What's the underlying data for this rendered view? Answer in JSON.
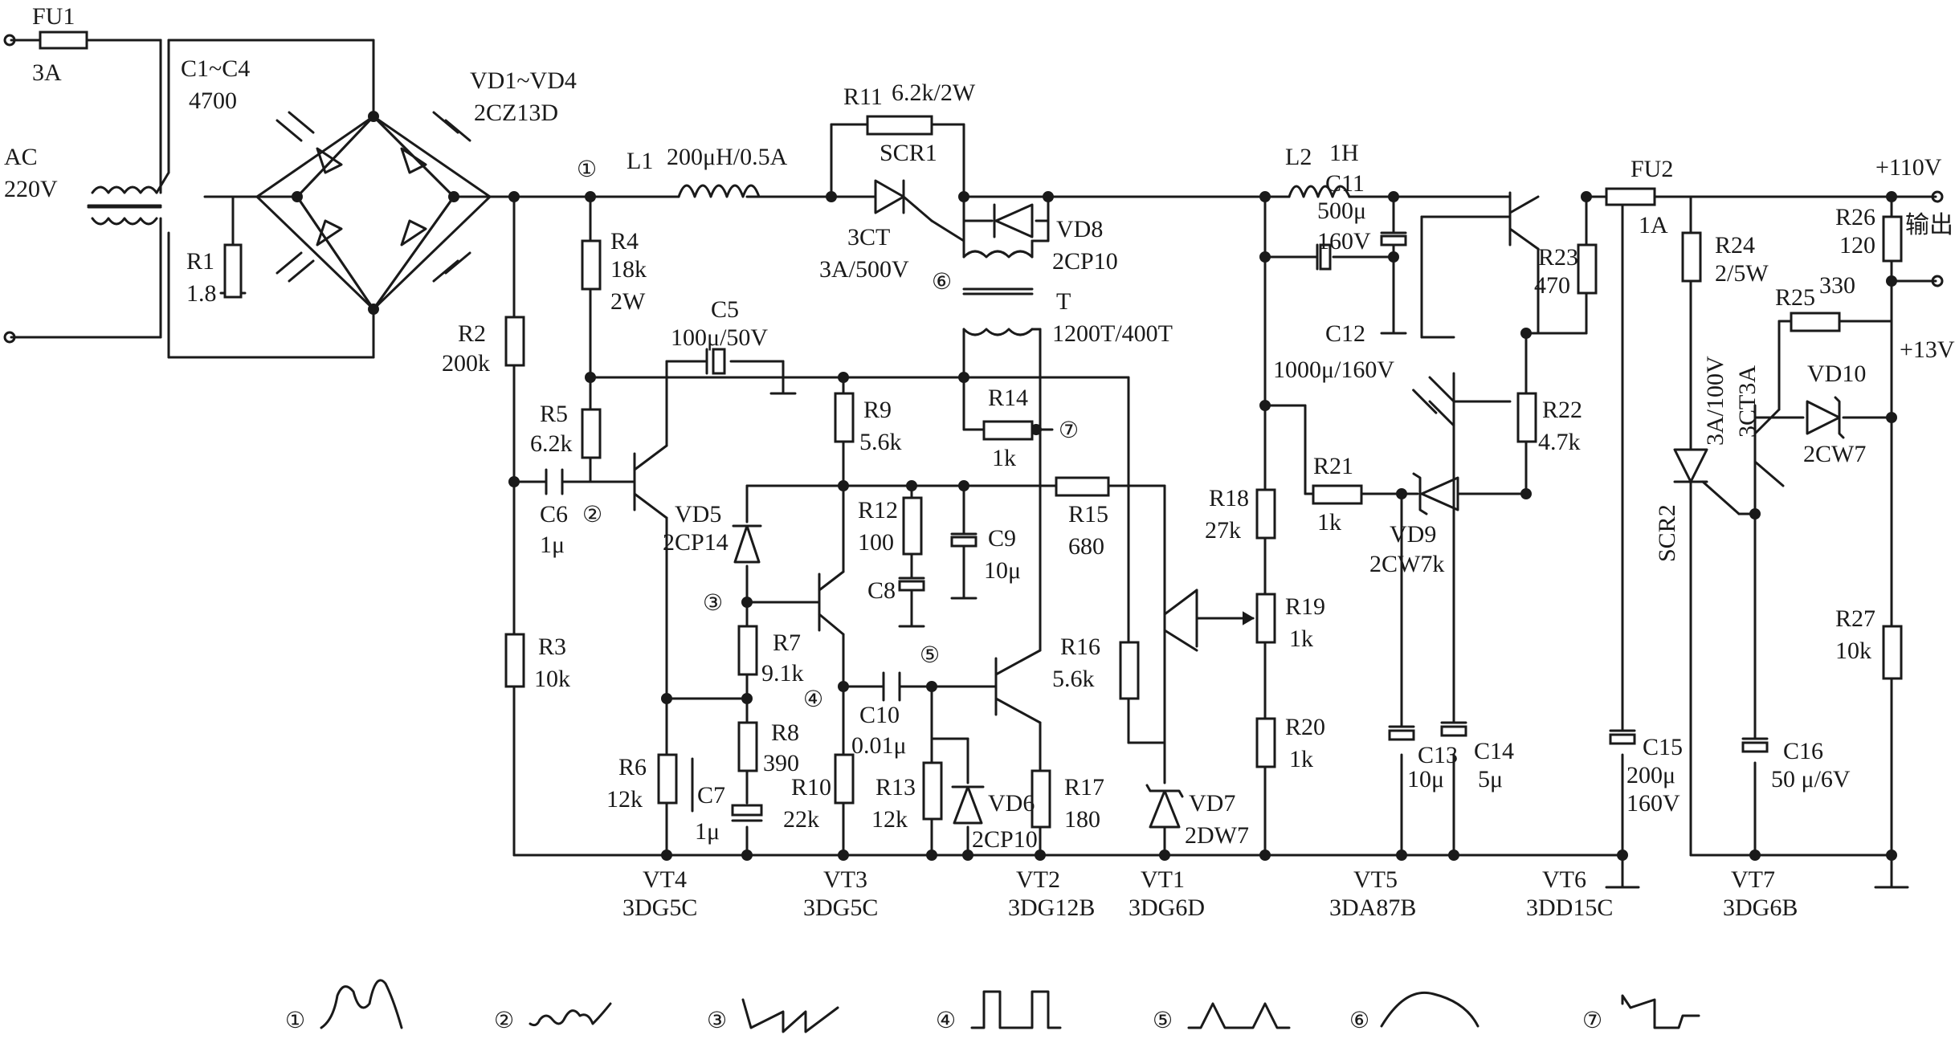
{
  "power": {
    "fu1_name": "FU1",
    "fu1_val": "3A",
    "ac_label": "AC",
    "ac_volt": "220V",
    "c1c4_name": "C1~C4",
    "c1c4_val": "4700",
    "vd1vd4_name": "VD1~VD4",
    "vd1vd4_val": "2CZ13D",
    "r1_name": "R1",
    "r1_val": "1.8",
    "r2_name": "R2",
    "r2_val": "200k",
    "r3_name": "R3",
    "r3_val": "10k"
  },
  "regulator": {
    "l1_name": "L1",
    "l1_val": "200μH/0.5A",
    "r11_name": "R11",
    "r11_val": "6.2k/2W",
    "scr1_name": "SCR1",
    "scr1_type": "3CT",
    "scr1_val": "3A/500V",
    "vd8_name": "VD8",
    "vd8_val": "2CP10",
    "t_name": "T",
    "t_val": "1200T/400T",
    "r4_name": "R4",
    "r4_val1": "18k",
    "r4_val2": "2W",
    "c5_name": "C5",
    "c5_val": "100μ/50V",
    "r5_name": "R5",
    "r5_val": "6.2k",
    "c6_name": "C6",
    "c6_val": "1μ",
    "r14_name": "R14",
    "r14_val": "1k",
    "r9_name": "R9",
    "r9_val": "5.6k",
    "r15_name": "R15",
    "r15_val": "680",
    "r12_name": "R12",
    "r12_val": "100",
    "c9_name": "C9",
    "c9_val": "10μ",
    "c8_name": "C8",
    "vd5_name": "VD5",
    "vd5_val": "2CP14",
    "r7_name": "R7",
    "r7_val": "9.1k",
    "r8_name": "R8",
    "r8_val": "390",
    "c7_name": "C7",
    "c7_val": "1μ",
    "r6_name": "R6",
    "r6_val": "12k",
    "c10_name": "C10",
    "c10_val": "0.01μ",
    "r10_name": "R10",
    "r10_val": "22k",
    "r13_name": "R13",
    "r13_val": "12k",
    "vd6_name": "VD6",
    "vd6_val": "2CP10",
    "r16_name": "R16",
    "r16_val": "5.6k",
    "r17_name": "R17",
    "r17_val": "180",
    "vd7_name": "VD7",
    "vd7_val": "2DW7"
  },
  "output": {
    "l2_name": "L2",
    "l2_val": "1H",
    "c11_name": "C11",
    "c11_val1": "500μ",
    "c11_val2": "160V",
    "c12_name": "C12",
    "c12_val": "1000μ/160V",
    "r23_name": "R23",
    "r23_val": "470",
    "r22_name": "R22",
    "r22_val": "4.7k",
    "r18_name": "R18",
    "r18_val": "27k",
    "r19_name": "R19",
    "r19_val": "1k",
    "r20_name": "R20",
    "r20_val": "1k",
    "r21_name": "R21",
    "r21_val": "1k",
    "vd9_name": "VD9",
    "vd9_val": "2CW7k",
    "c13_name": "C13",
    "c13_val": "10μ",
    "c14_name": "C14",
    "c14_val": "5μ",
    "fu2_name": "FU2",
    "fu2_val": "1A",
    "c15_name": "C15",
    "c15_val1": "200μ",
    "c15_val2": "160V",
    "r24_name": "R24",
    "r24_val": "2/5W",
    "scr2_name": "SCR2",
    "scr2_val": "3A/100V",
    "scr2_type": "3CT3A",
    "r25_name": "R25",
    "r25_val": "330",
    "vd10_name": "VD10",
    "vd10_val": "2CW7",
    "r26_name": "R26",
    "r26_val": "120",
    "r27_name": "R27",
    "r27_val": "10k",
    "c16_name": "C16",
    "c16_val": "50 μ/6V",
    "out_110": "+110V",
    "out_13": "+13V",
    "out_label": "输出"
  },
  "transistors": [
    {
      "name": "VT4",
      "type": "3DG5C"
    },
    {
      "name": "VT3",
      "type": "3DG5C"
    },
    {
      "name": "VT2",
      "type": "3DG12B"
    },
    {
      "name": "VT1",
      "type": "3DG6D"
    },
    {
      "name": "VT5",
      "type": "3DA87B"
    },
    {
      "name": "VT6",
      "type": "3DD15C"
    },
    {
      "name": "VT7",
      "type": "3DG6B"
    }
  ],
  "nodes": [
    "①",
    "②",
    "③",
    "④",
    "⑤",
    "⑥",
    "⑦"
  ]
}
